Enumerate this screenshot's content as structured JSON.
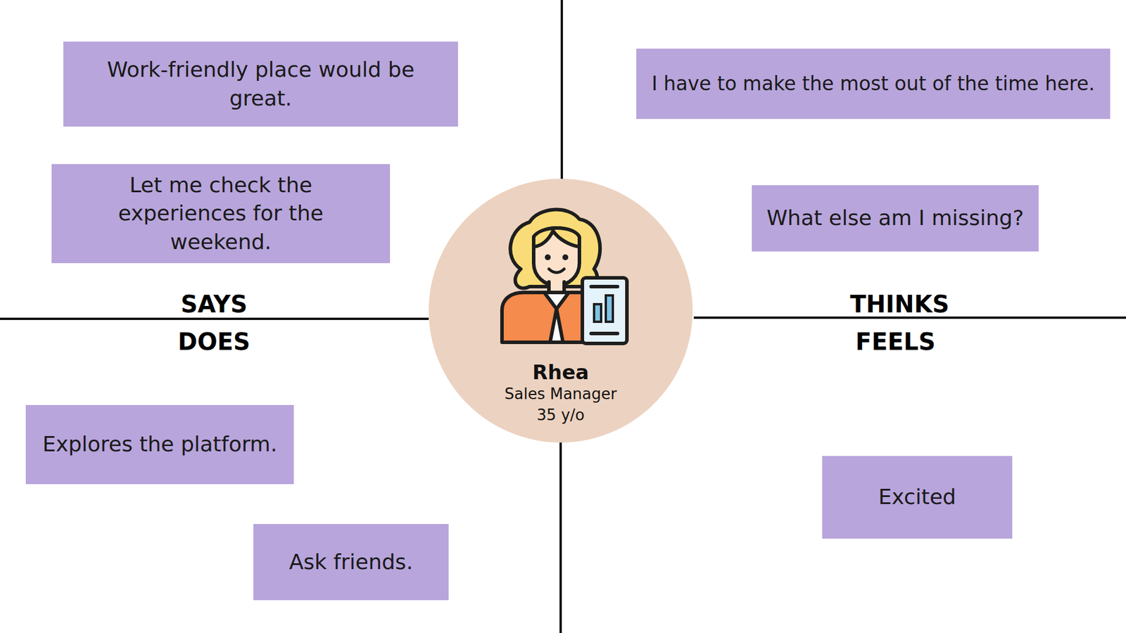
{
  "diagram": {
    "nodes": [
      {
        "text": [
          "Work-friendly place would be great."
        ]
      },
      {
        "text": [
          "I have to make the most out of the time here."
        ]
      },
      {
        "text": [
          "Let me check the experiences for the weekend."
        ]
      },
      {
        "text": [
          "What else am I missing?"
        ]
      },
      {
        "text": [
          "Rhea",
          "Sales Manager",
          "35 y/o"
        ]
      },
      {
        "text": [
          "Explores the platform."
        ]
      },
      {
        "text": [
          "Excited"
        ]
      },
      {
        "text": [
          "Ask friends."
        ]
      }
    ],
    "labels": [
      "SAYS",
      "THINKS",
      "DOES",
      "FEELS"
    ]
  }
}
